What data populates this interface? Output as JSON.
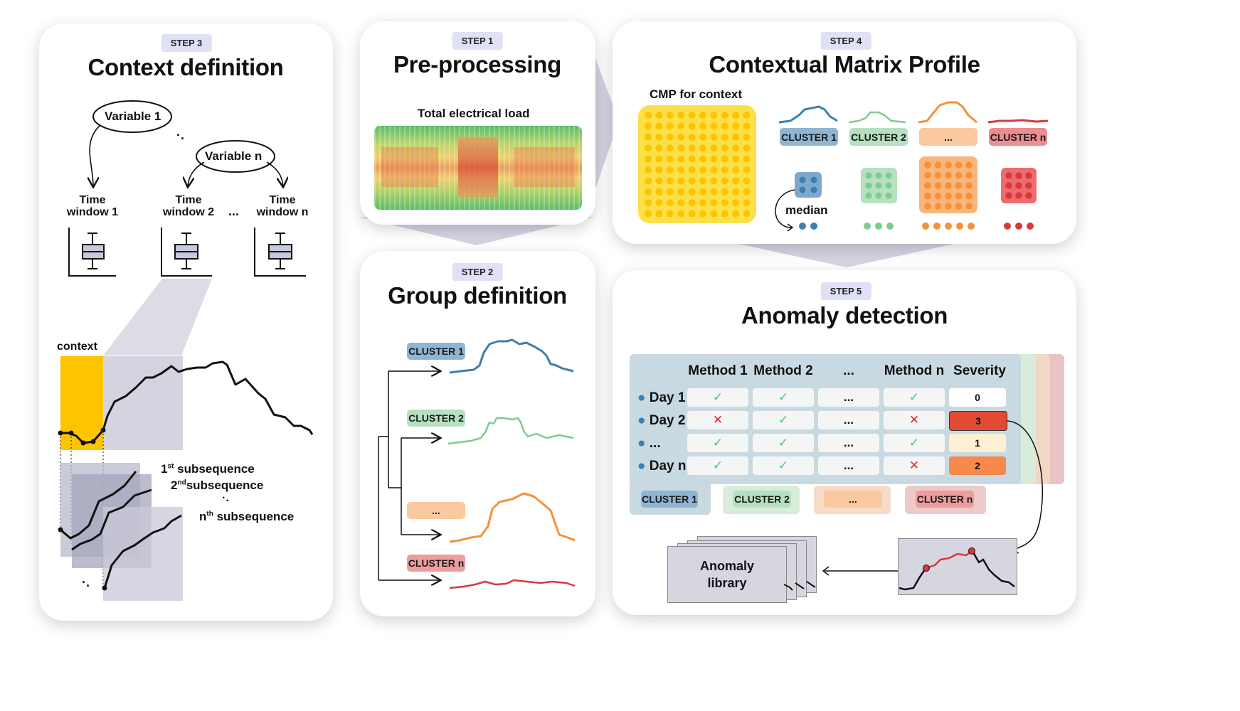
{
  "panels": {
    "step3": {
      "badge": "STEP 3",
      "title": "Context definition"
    },
    "step1": {
      "badge": "STEP 1",
      "title": "Pre-processing"
    },
    "step4": {
      "badge": "STEP 4",
      "title": "Contextual Matrix Profile"
    },
    "step2": {
      "badge": "STEP 2",
      "title": "Group definition"
    },
    "step5": {
      "badge": "STEP 5",
      "title": "Anomaly detection"
    }
  },
  "context_definition": {
    "variable_1": "Variable 1",
    "variable_n": "Variable n",
    "dots": "·.",
    "time_window_1": [
      "Time",
      "window 1"
    ],
    "time_window_2": [
      "Time",
      "window 2"
    ],
    "time_window_n": [
      "Time",
      "window n"
    ],
    "ellipsis": "...",
    "context_label": "context",
    "subsequence_1": {
      "prefix": "1",
      "sup": "st",
      "text": "subsequence"
    },
    "subsequence_2": {
      "prefix": "2",
      "sup": "nd",
      "text": "subsequence"
    },
    "subsequence_n": {
      "prefix": "n",
      "sup": "th",
      "text": "subsequence"
    }
  },
  "preprocessing": {
    "heatmap_label": "Total electrical load"
  },
  "groups": {
    "cluster_1": "CLUSTER 1",
    "cluster_2": "CLUSTER 2",
    "cluster_ellipsis": "...",
    "cluster_n": "CLUSTER n"
  },
  "cmp": {
    "cmp_label": "CMP for context",
    "median_label": "median",
    "clusters": [
      "CLUSTER 1",
      "CLUSTER 2",
      "...",
      "CLUSTER n"
    ]
  },
  "anomaly": {
    "columns": [
      "Method 1",
      "Method 2",
      "...",
      "Method n",
      "Severity"
    ],
    "rows": [
      {
        "label": "Day 1",
        "cells": [
          "check",
          "check",
          "...",
          "check"
        ],
        "severity": "0"
      },
      {
        "label": "Day 2",
        "cells": [
          "cross",
          "check",
          "...",
          "cross"
        ],
        "severity": "3"
      },
      {
        "label": "...",
        "cells": [
          "check",
          "check",
          "...",
          "check"
        ],
        "severity": "1"
      },
      {
        "label": "Day n",
        "cells": [
          "check",
          "check",
          "...",
          "cross"
        ],
        "severity": "2"
      }
    ],
    "cluster_tabs": [
      "CLUSTER 1",
      "CLUSTER 2",
      "...",
      "CLUSTER n"
    ],
    "library_label": [
      "Anomaly",
      "library"
    ]
  },
  "colors": {
    "cluster_1": "#3d7fb0",
    "cluster_2": "#7ecb8f",
    "cluster_3": "#f4913a",
    "cluster_n": "#d9393c",
    "cluster_1_tag": "#8fb5d2",
    "cluster_2_tag": "#b6e0c0",
    "cluster_3_tag": "#fbc9a0",
    "cluster_n_tag": "#ec9d9f",
    "badge": "#e0e1f7",
    "context_yellow": "#fdc400",
    "check": "#4cc27a",
    "cross": "#e2262d",
    "severity_0": "#ffffff",
    "severity_1": "#fdf0d5",
    "severity_2": "#f7894c",
    "severity_3": "#e24a33"
  }
}
